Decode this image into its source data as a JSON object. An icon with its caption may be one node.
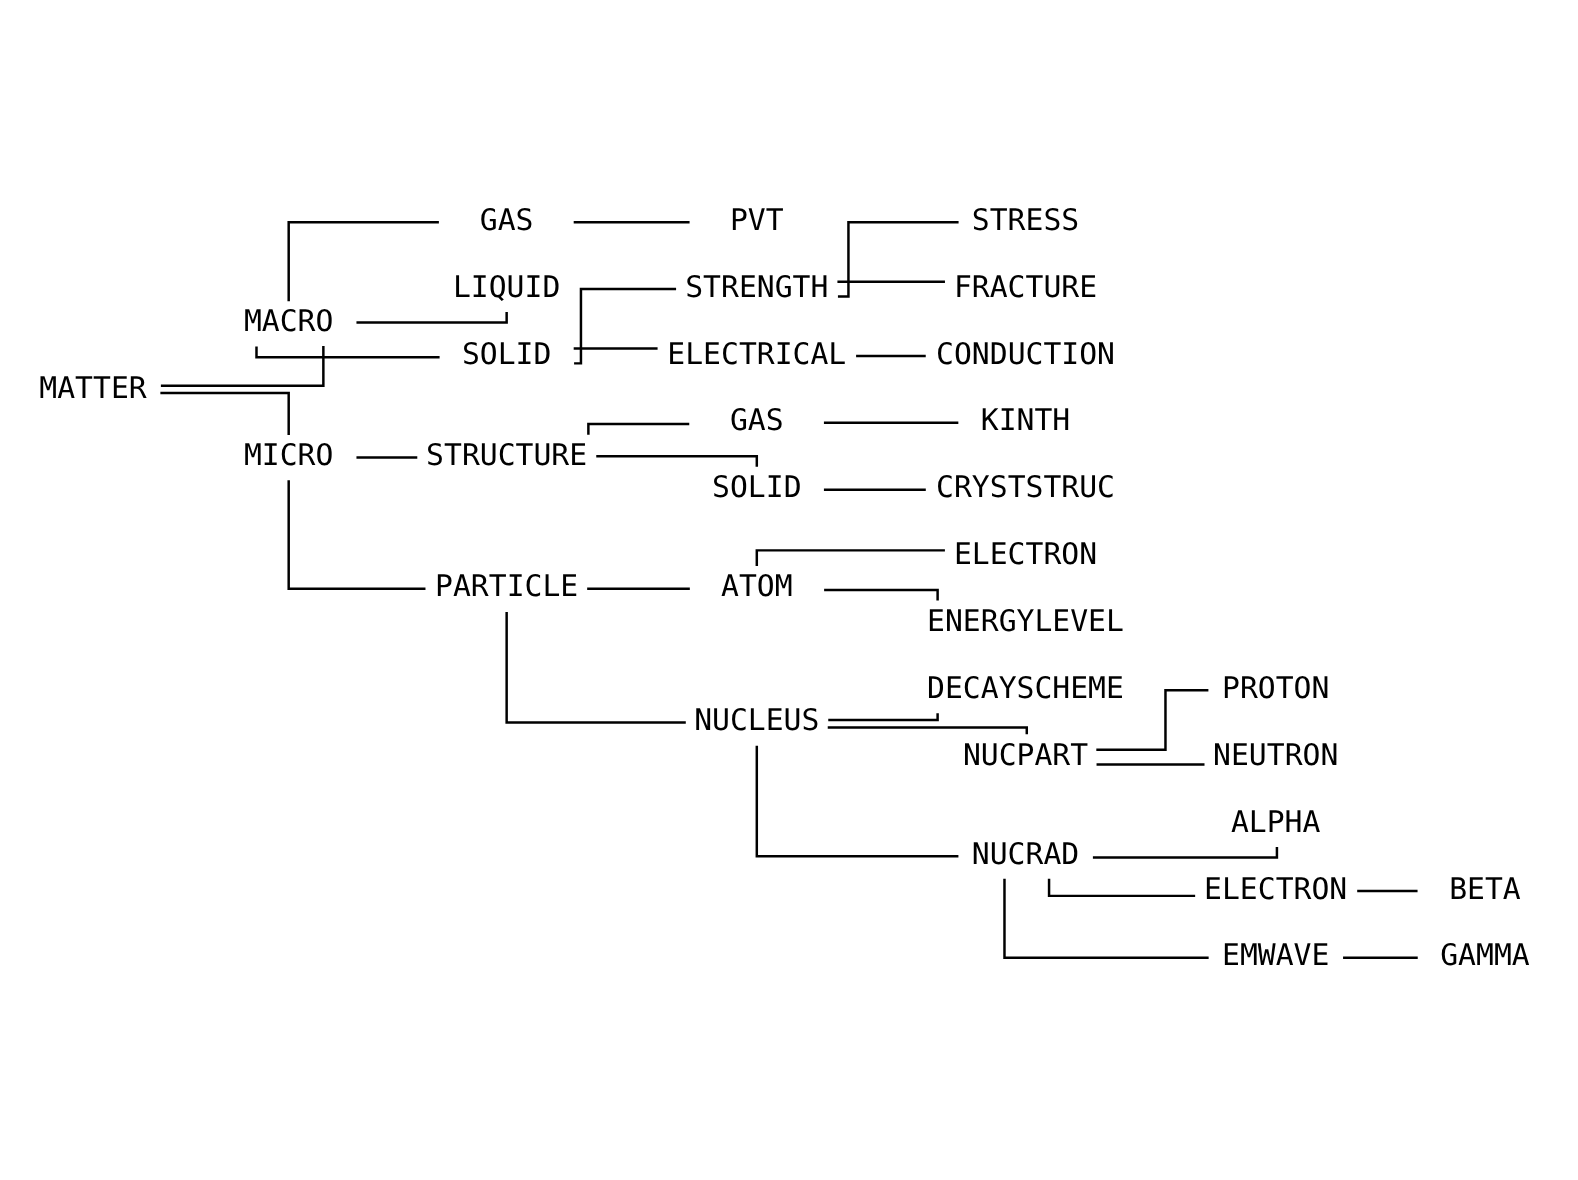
{
  "diagram": {
    "nodes": [
      {
        "text": [
          "MATTER"
        ]
      },
      {
        "text": [
          "MACRO"
        ]
      },
      {
        "text": [
          "GAS"
        ]
      },
      {
        "text": [
          "PVT"
        ]
      },
      {
        "text": [
          "LIQUID"
        ]
      },
      {
        "text": [
          "SOLID"
        ]
      },
      {
        "text": [
          "STRENGTH"
        ]
      },
      {
        "text": [
          "STRESS"
        ]
      },
      {
        "text": [
          "FRACTURE"
        ]
      },
      {
        "text": [
          "ELECTRICAL"
        ]
      },
      {
        "text": [
          "CONDUCTION"
        ]
      },
      {
        "text": [
          "MICRO"
        ]
      },
      {
        "text": [
          "STRUCTURE"
        ]
      },
      {
        "text": [
          "GAS"
        ]
      },
      {
        "text": [
          "KINTH"
        ]
      },
      {
        "text": [
          "SOLID"
        ]
      },
      {
        "text": [
          "CRYSTSTRUC"
        ]
      },
      {
        "text": [
          "PARTICLE"
        ]
      },
      {
        "text": [
          "ATOM"
        ]
      },
      {
        "text": [
          "ELECTRON"
        ]
      },
      {
        "text": [
          "ENERGYLEVEL"
        ]
      },
      {
        "text": [
          "NUCLEUS"
        ]
      },
      {
        "text": [
          "DECAYSCHEME"
        ]
      },
      {
        "text": [
          "NUCPART"
        ]
      },
      {
        "text": [
          "PROTON"
        ]
      },
      {
        "text": [
          "NEUTRON"
        ]
      },
      {
        "text": [
          "NUCRAD"
        ]
      },
      {
        "text": [
          "ALPHA"
        ]
      },
      {
        "text": [
          "ELECTRON"
        ]
      },
      {
        "text": [
          "BETA"
        ]
      },
      {
        "text": [
          "EMWAVE"
        ]
      },
      {
        "text": [
          "GAMMA"
        ]
      }
    ],
    "edges": [
      {
        "from": 0,
        "to": 1,
        "arrow": "none"
      },
      {
        "from": 0,
        "to": 11,
        "arrow": "none"
      },
      {
        "from": 1,
        "to": 2,
        "arrow": "none"
      },
      {
        "from": 1,
        "to": 4,
        "arrow": "none"
      },
      {
        "from": 1,
        "to": 5,
        "arrow": "none"
      },
      {
        "from": 2,
        "to": 3,
        "arrow": "none"
      },
      {
        "from": 5,
        "to": 6,
        "arrow": "none"
      },
      {
        "from": 5,
        "to": 9,
        "arrow": "none"
      },
      {
        "from": 6,
        "to": 7,
        "arrow": "none"
      },
      {
        "from": 6,
        "to": 8,
        "arrow": "none"
      },
      {
        "from": 9,
        "to": 10,
        "arrow": "none"
      },
      {
        "from": 11,
        "to": 12,
        "arrow": "none"
      },
      {
        "from": 11,
        "to": 17,
        "arrow": "none"
      },
      {
        "from": 12,
        "to": 13,
        "arrow": "none"
      },
      {
        "from": 12,
        "to": 15,
        "arrow": "none"
      },
      {
        "from": 13,
        "to": 14,
        "arrow": "none"
      },
      {
        "from": 15,
        "to": 16,
        "arrow": "none"
      },
      {
        "from": 17,
        "to": 18,
        "arrow": "none"
      },
      {
        "from": 17,
        "to": 21,
        "arrow": "none"
      },
      {
        "from": 18,
        "to": 19,
        "arrow": "none"
      },
      {
        "from": 18,
        "to": 20,
        "arrow": "none"
      },
      {
        "from": 21,
        "to": 22,
        "arrow": "none"
      },
      {
        "from": 21,
        "to": 23,
        "arrow": "none"
      },
      {
        "from": 21,
        "to": 26,
        "arrow": "none"
      },
      {
        "from": 23,
        "to": 24,
        "arrow": "none"
      },
      {
        "from": 23,
        "to": 25,
        "arrow": "none"
      },
      {
        "from": 26,
        "to": 27,
        "arrow": "none"
      },
      {
        "from": 26,
        "to": 28,
        "arrow": "none"
      },
      {
        "from": 26,
        "to": 30,
        "arrow": "none"
      },
      {
        "from": 28,
        "to": 29,
        "arrow": "none"
      },
      {
        "from": 30,
        "to": 31,
        "arrow": "none"
      }
    ]
  }
}
